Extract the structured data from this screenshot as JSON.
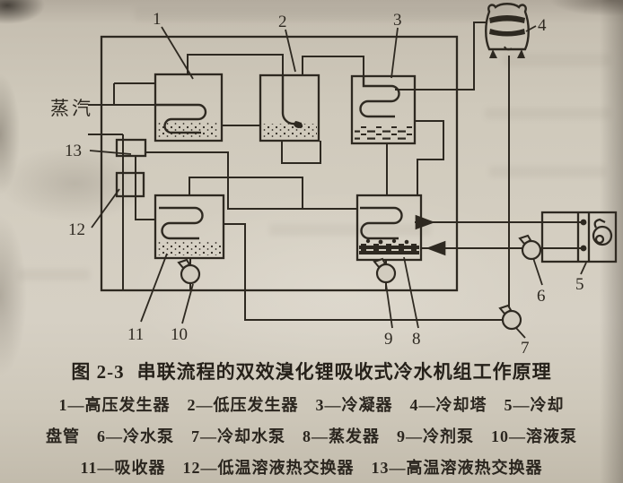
{
  "figure": {
    "steam_label": "蒸汽",
    "caption": {
      "fig_no": "图 2-3",
      "title": "串联流程的双效溴化锂吸收式冷水机组工作原理"
    },
    "legend_lines": [
      "1—高压发生器　2—低压发生器　3—冷凝器　4—冷却塔　5—冷却",
      "盘管　6—冷水泵　7—冷却水泵　8—蒸发器　9—冷剂泵　10—溶液泵",
      "11—吸收器　12—低温溶液热交换器　13—高温溶液热交换器"
    ],
    "legend_items": [
      {
        "num": "1",
        "name": "高压发生器"
      },
      {
        "num": "2",
        "name": "低压发生器"
      },
      {
        "num": "3",
        "name": "冷凝器"
      },
      {
        "num": "4",
        "name": "冷却塔"
      },
      {
        "num": "5",
        "name": "冷却盘管"
      },
      {
        "num": "6",
        "name": "冷水泵"
      },
      {
        "num": "7",
        "name": "冷却水泵"
      },
      {
        "num": "8",
        "name": "蒸发器"
      },
      {
        "num": "9",
        "name": "冷剂泵"
      },
      {
        "num": "10",
        "name": "溶液泵"
      },
      {
        "num": "11",
        "name": "吸收器"
      },
      {
        "num": "12",
        "name": "低温溶液热交换器"
      },
      {
        "num": "13",
        "name": "高温溶液热交换器"
      }
    ],
    "callouts": {
      "c1": "1",
      "c2": "2",
      "c3": "3",
      "c4": "4",
      "c5": "5",
      "c6": "6",
      "c7": "7",
      "c8": "8",
      "c9": "9",
      "c10": "10",
      "c11": "11",
      "c12": "12",
      "c13": "13"
    },
    "colors": {
      "ink": "#2e2921",
      "paper": "#d2ccbf"
    }
  }
}
